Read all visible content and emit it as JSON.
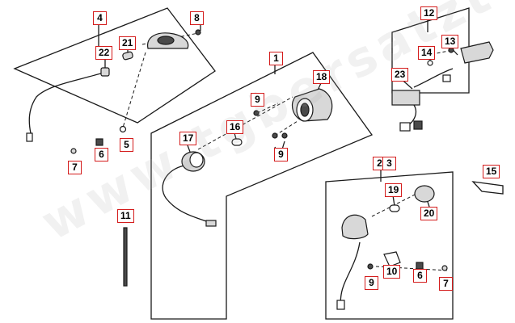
{
  "watermark": "www.tgbersatzteile.de",
  "labels": {
    "l4": "4",
    "l8": "8",
    "l21": "21",
    "l22": "22",
    "l7a": "7",
    "l6a": "6",
    "l5": "5",
    "l1": "1",
    "l18": "18",
    "l9a": "9",
    "l16": "16",
    "l17": "17",
    "l9b": "9",
    "l11": "11",
    "l12": "12",
    "l13": "13",
    "l14": "14",
    "l23": "23",
    "l15": "15",
    "l2": "2",
    "l3": "3",
    "l19": "19",
    "l20": "20",
    "l9c": "9",
    "l10": "10",
    "l6b": "6",
    "l7b": "7"
  },
  "colors": {
    "label_border": "#d41c1c",
    "line": "#1a1a1a",
    "part_fill": "#d8d8d8",
    "part_dark": "#4a4a4a"
  }
}
